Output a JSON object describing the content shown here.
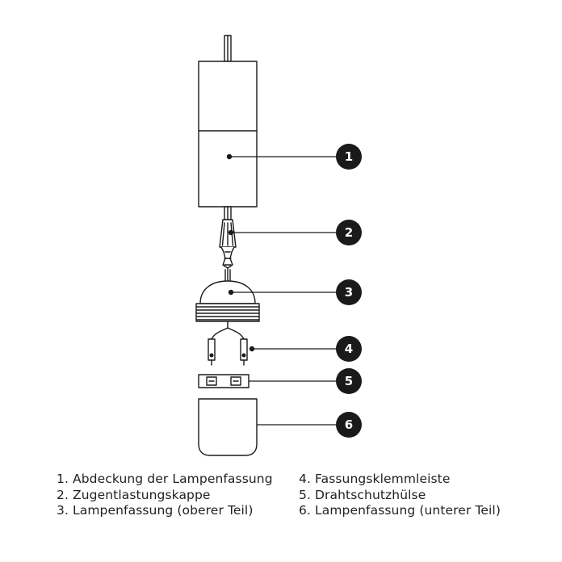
{
  "colors": {
    "stroke": "#1a1a1a",
    "fill": "#ffffff",
    "callout_bg": "#1a1a1a",
    "callout_text": "#ffffff",
    "legend_text": "#222222"
  },
  "callouts": [
    "1",
    "2",
    "3",
    "4",
    "5",
    "6"
  ],
  "legend": {
    "left": [
      "1. Abdeckung der Lampenfassung",
      "2. Zugentlastungskappe",
      "3. Lampenfassung (oberer Teil)"
    ],
    "right": [
      "4. Fassungsklemmleiste",
      "5. Drahtschutzhülse",
      "6. Lampenfassung (unterer Teil)"
    ]
  }
}
